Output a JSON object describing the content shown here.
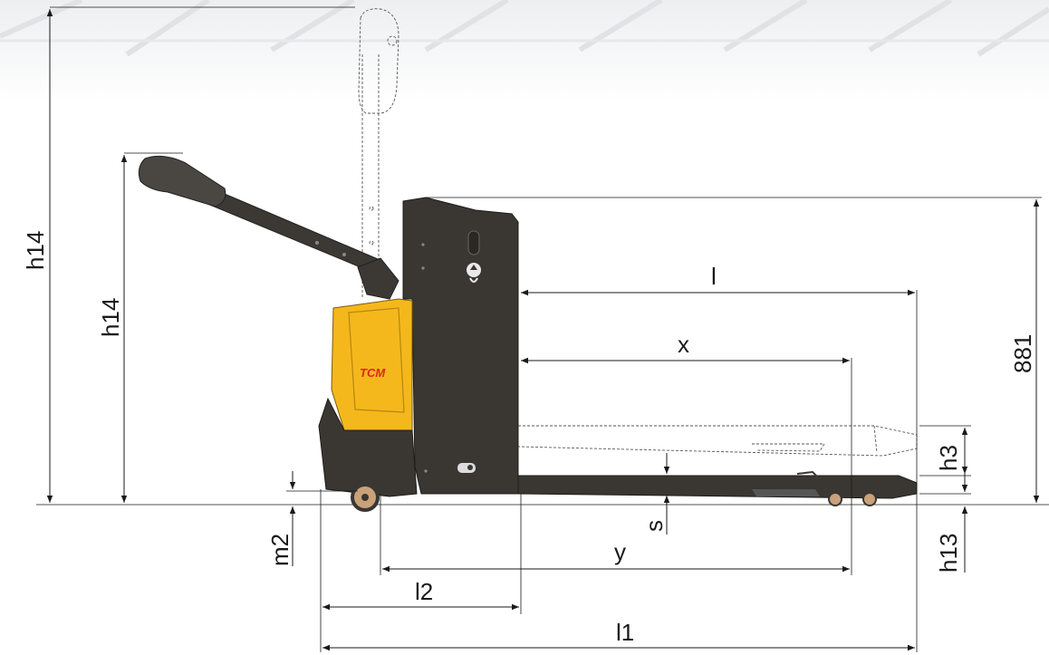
{
  "brand": {
    "logo_text": "TCM"
  },
  "colors": {
    "body_dark": "#3a3632",
    "body_yellow": "#f5b81c",
    "logo_red": "#d8281e",
    "wheel": "#c9a27a",
    "line": "#1a1a1a"
  },
  "dimensions": {
    "h14_handle_vertical": "h14",
    "h14_handle_tilted": "h14",
    "overall_height": "881",
    "l": "l",
    "x": "x",
    "h3": "h3",
    "s": "s",
    "m2": "m2",
    "y": "y",
    "h13": "h13",
    "l2": "l2",
    "l1": "l1"
  }
}
